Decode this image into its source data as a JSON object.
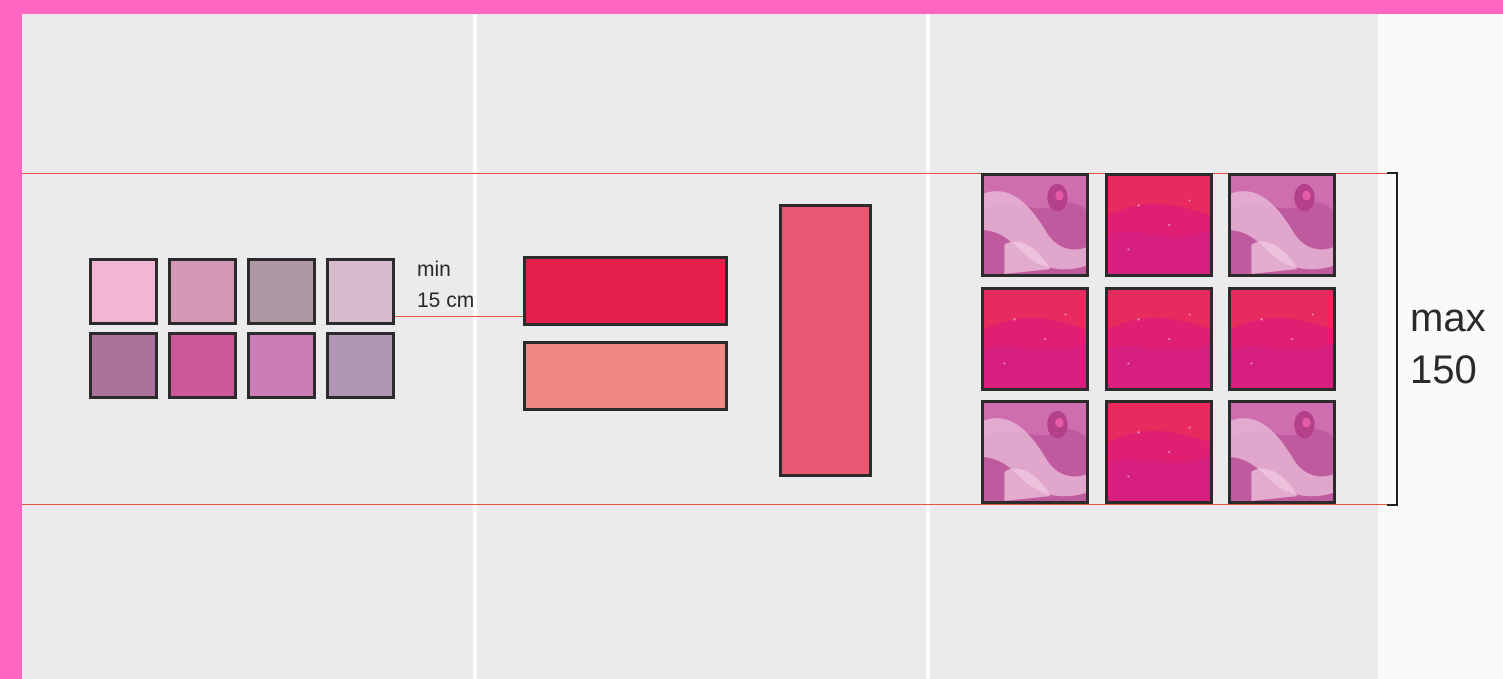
{
  "annotations": {
    "min_line1": "min",
    "min_line2": "15 cm",
    "max_line1": "max",
    "max_line2": "150"
  },
  "colors": {
    "frame": "#ff66c4",
    "wall": "#ebebed",
    "guide_line": "#e0573f",
    "tile_border": "#2b2b2b"
  },
  "layouts": {
    "small_grid": {
      "rows": 2,
      "cols": 4,
      "colors": [
        "#f2b5d4",
        "#d399b6",
        "#ad97a5",
        "#d5bbcb",
        "#ad729c",
        "#cc5799",
        "#cd7db5",
        "#b097b6"
      ]
    },
    "horizontal_panels": {
      "colors": [
        "#e31f4e",
        "#f08785"
      ]
    },
    "vertical_panel": {
      "color": "#e85872"
    },
    "photo_grid": {
      "rows": 3,
      "cols": 3,
      "pattern": [
        "petal",
        "pink",
        "petal",
        "pink",
        "pink",
        "pink",
        "petal",
        "pink",
        "petal"
      ]
    }
  }
}
